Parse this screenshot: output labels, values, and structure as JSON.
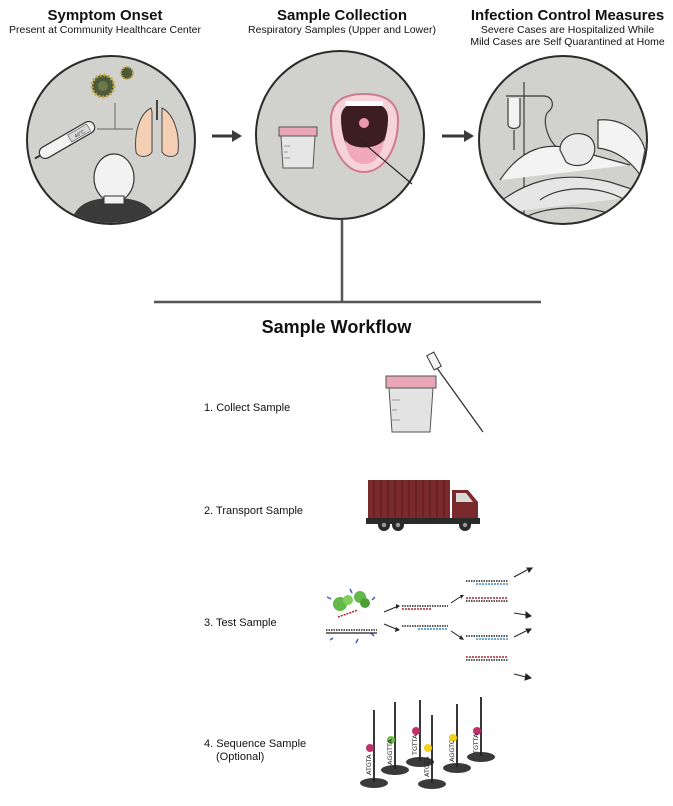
{
  "stages": [
    {
      "title": "Symptom Onset",
      "subtitle_lines": [
        "Present at Community Healthcare Center"
      ]
    },
    {
      "title": "Sample Collection",
      "subtitle_lines": [
        "Respiratory Samples (Upper and Lower)"
      ]
    },
    {
      "title": "Infection Control Measures",
      "subtitle_lines": [
        "Severe Cases are Hospitalized While",
        "Mild Cases are Self Quarantined at Home"
      ]
    }
  ],
  "thermometer_label": "40°C",
  "workflow": {
    "title": "Sample Workflow",
    "steps": [
      {
        "label": "1. Collect Sample"
      },
      {
        "label": "2. Transport Sample"
      },
      {
        "label": "3. Test Sample"
      },
      {
        "label_lines": [
          "4. Sequence Sample",
          "(Optional)"
        ]
      }
    ]
  },
  "sequence_tags": [
    "ATGTA",
    "AGGTTA",
    "TGTTA",
    "ATGTA",
    "AGGTC",
    "TGTTA"
  ],
  "colors": {
    "circle_fill": "#d1d1cd",
    "circle_stroke": "#2b2b2b",
    "connector": "#555555",
    "cup_lid": "#e8a6b6",
    "truck": "#7a2a2a",
    "dot_magenta": "#c0316a",
    "dot_green": "#6fc14d",
    "dot_yellow": "#f2d21b"
  }
}
